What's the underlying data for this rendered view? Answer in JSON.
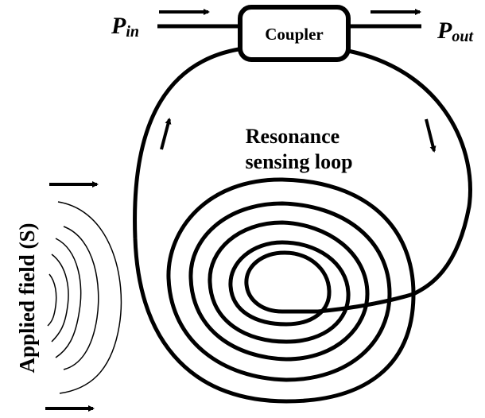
{
  "diagram": {
    "input_label": {
      "main": "P",
      "sub": "in"
    },
    "output_label": {
      "main": "P",
      "sub": "out"
    },
    "coupler_label": "Coupler",
    "loop_label_line1": "Resonance",
    "loop_label_line2": "sensing loop",
    "field_label": "Applied field (S)",
    "stroke_color": "#000000",
    "background_color": "#ffffff"
  }
}
